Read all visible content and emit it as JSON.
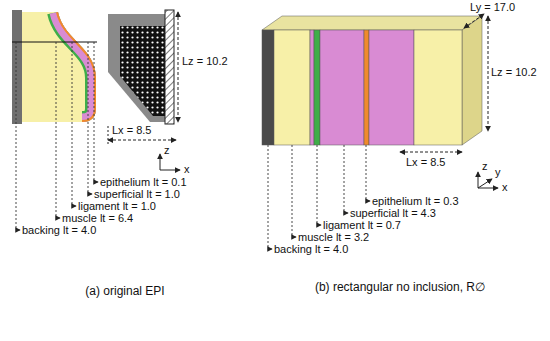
{
  "diagram": {
    "labels": [
      "Lz = 10.2",
      "Lx = 8.5",
      "z",
      "x",
      "epithelium lt = 0.1",
      "superficial lt = 1.0",
      "ligament lt = 1.0",
      "muscle lt = 6.4",
      "backing lt = 4.0",
      "(a) original EPI",
      "Ly = 17.0",
      "Lz = 10.2",
      "Lx = 8.5",
      "z",
      "y",
      "x",
      "epithelium lt = 0.3",
      "superficial lt = 4.3",
      "ligament lt = 0.7",
      "muscle lt = 3.2",
      "backing lt = 4.0",
      "(b) rectangular no inclusion, R∅"
    ]
  }
}
